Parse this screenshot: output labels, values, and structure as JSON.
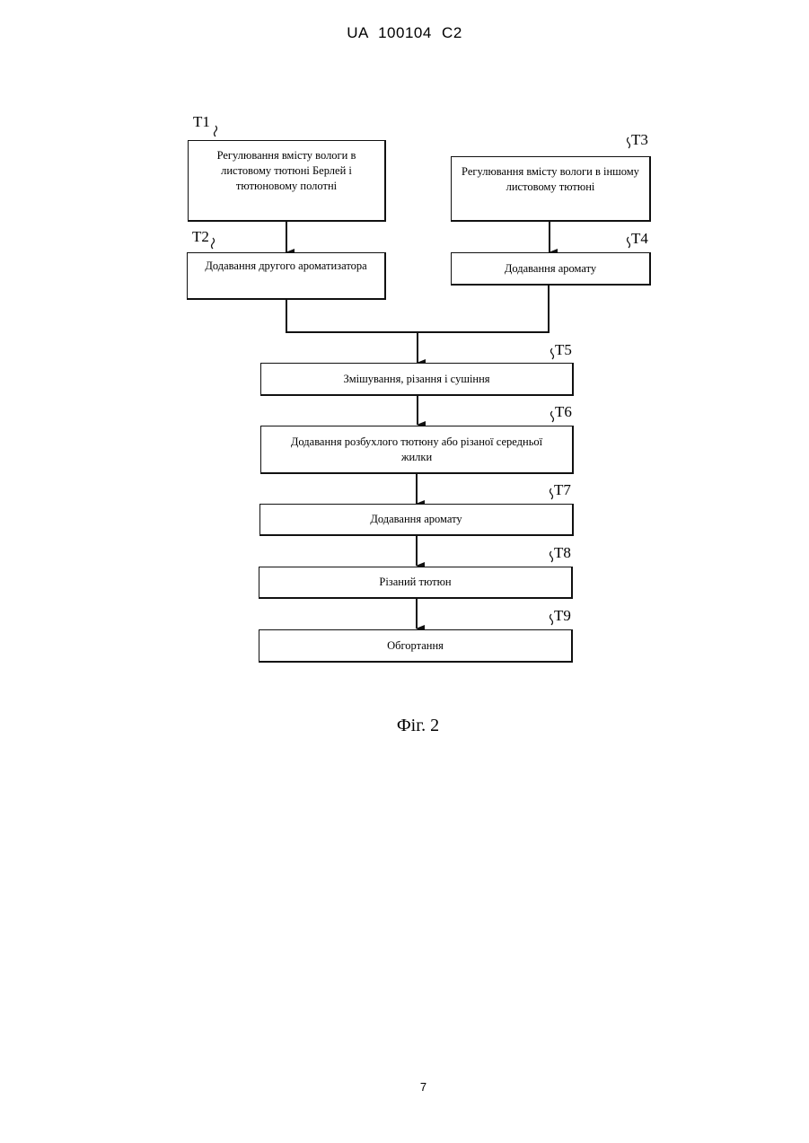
{
  "header": {
    "patent_id": "UA   100104   C2"
  },
  "steps": [
    {
      "id": "T1",
      "text": "Регулювання вмісту вологи в листовому тютюні Берлей і тютюновому полотні"
    },
    {
      "id": "T2",
      "text": "Додавання другого ароматизатора"
    },
    {
      "id": "T3",
      "text": "Регулювання вмісту вологи в іншому листовому тютюні"
    },
    {
      "id": "T4",
      "text": "Додавання аромату"
    },
    {
      "id": "T5",
      "text": "Змішування, різання і сушіння"
    },
    {
      "id": "T6",
      "text": "Додавання розбухлого тютюну або різаної середньої жилки"
    },
    {
      "id": "T7",
      "text": "Додавання аромату"
    },
    {
      "id": "T8",
      "text": "Різаний тютюн"
    },
    {
      "id": "T9",
      "text": "Обгортання"
    }
  ],
  "figure_caption": "Фіг. 2",
  "page_number": "7"
}
